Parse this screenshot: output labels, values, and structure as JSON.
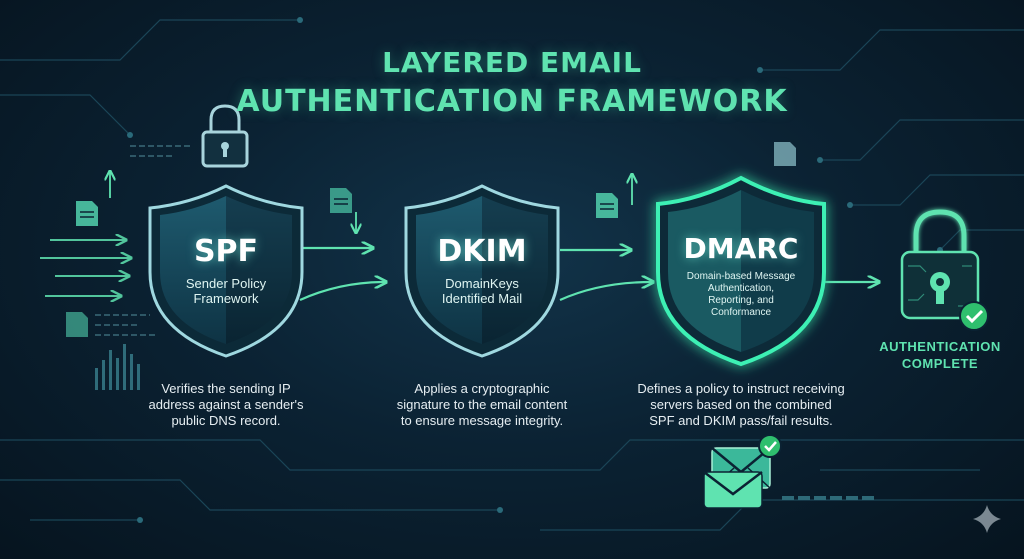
{
  "title": {
    "line1": "LAYERED EMAIL",
    "line2": "AUTHENTICATION FRAMEWORK"
  },
  "layers": [
    {
      "abbr": "SPF",
      "full_line1": "Sender Policy",
      "full_line2": "Framework",
      "desc_line1": "Verifies the sending IP",
      "desc_line2": "address against a sender's",
      "desc_line3": "public DNS record."
    },
    {
      "abbr": "DKIM",
      "full_line1": "DomainKeys",
      "full_line2": "Identified Mail",
      "desc_line1": "Applies a cryptographic",
      "desc_line2": "signature to the email content",
      "desc_line3": "to ensure message integrity."
    },
    {
      "abbr": "DMARC",
      "full_line1": "Domain-based Message",
      "full_line2": "Authentication,",
      "full_line3": "Reporting, and",
      "full_line4": "Conformance",
      "desc_line1": "Defines a policy to instruct receiving",
      "desc_line2": "servers based on the combined",
      "desc_line3": "SPF and DKIM pass/fail results."
    }
  ],
  "final": {
    "line1": "AUTHENTICATION",
    "line2": "COMPLETE"
  },
  "colors": {
    "accent": "#5fe3b0",
    "shield_edge": "#9fd8e0",
    "shield_glow": "#3cf0b4",
    "background": "#0b2233",
    "check": "#2fbf6e"
  },
  "icons": [
    "padlock-icon",
    "document-icon",
    "envelope-icon",
    "check-icon",
    "sparkle-icon"
  ]
}
